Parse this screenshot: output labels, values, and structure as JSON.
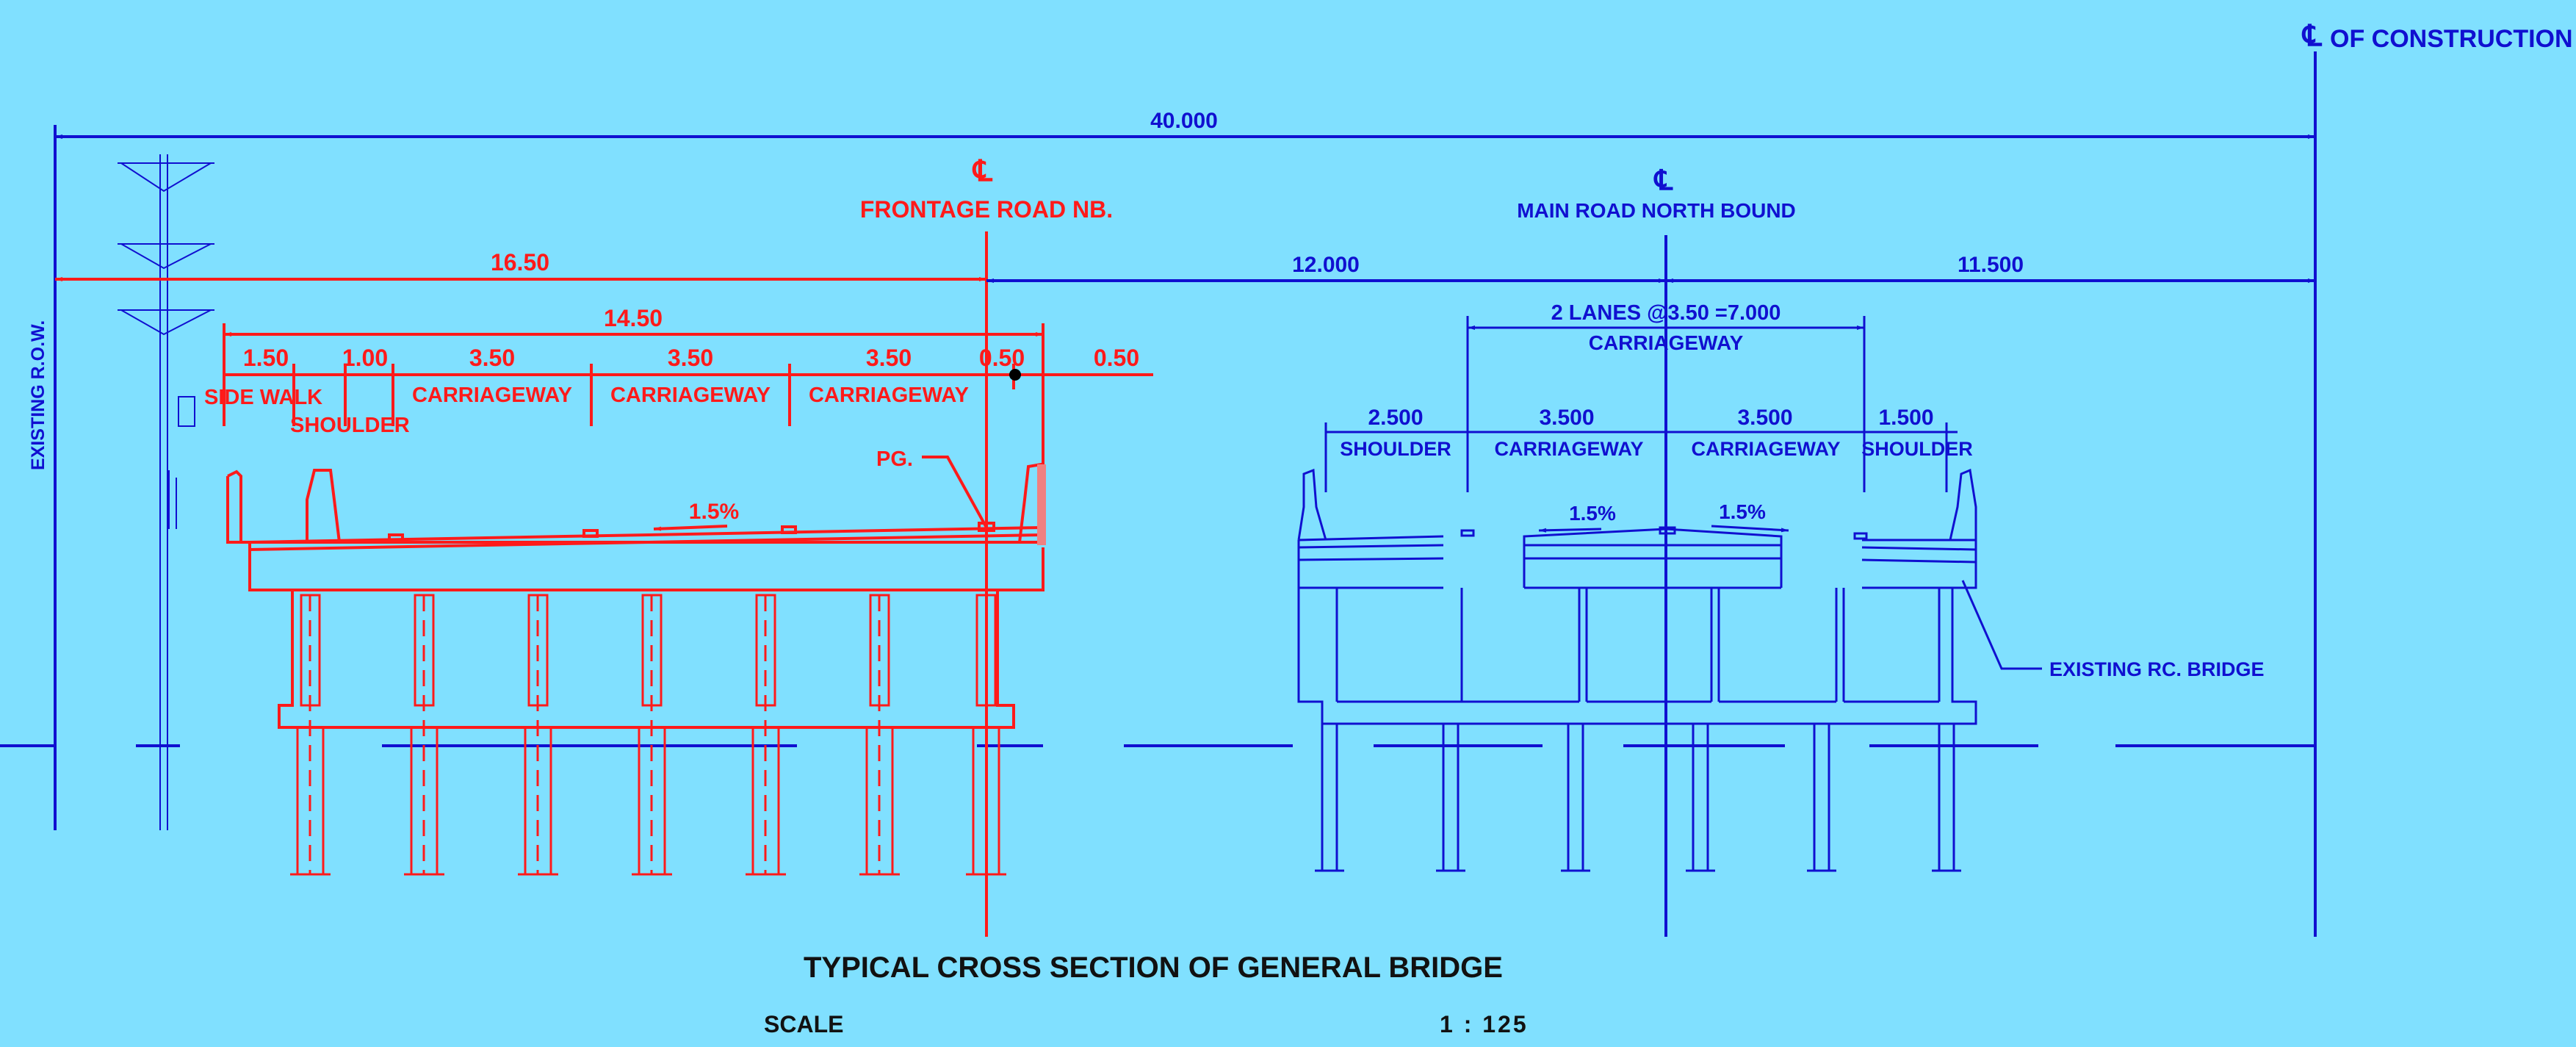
{
  "title": "TYPICAL CROSS SECTION OF GENERAL BRIDGE",
  "scale": {
    "label": "SCALE",
    "value": "1 : 125"
  },
  "colors": {
    "background": "#80e0ff",
    "frontage": "#ff1a1a",
    "main": "#1010d0",
    "title": "#111111",
    "highlight": "#f08080"
  },
  "overall": {
    "total_width": "40.000",
    "construction_cl": "OF CONSTRUCTION",
    "row_label": "EXISTING R.O.W."
  },
  "frontage": {
    "cl_symbol": "℄",
    "name": "FRONTAGE ROAD NB.",
    "width_total": "16.50",
    "deck_width": "14.50",
    "segments": [
      "1.50",
      "1.00",
      "3.50",
      "3.50",
      "3.50",
      "0.50",
      "0.50"
    ],
    "labels": {
      "sidewalk": "SIDE WALK",
      "shoulder": "SHOULDER",
      "carriageway": "CARRIAGEWAY",
      "profile_grade": "PG."
    },
    "slope": "1.5%"
  },
  "main": {
    "cl_symbol": "℄",
    "name": "MAIN ROAD NORTH BOUND",
    "left_width": "12.000",
    "right_width": "11.500",
    "lanes": "2 LANES @3.50 =7.000",
    "lanes_label": "CARRIAGEWAY",
    "segments": [
      "2.500",
      "3.500",
      "3.500",
      "1.500"
    ],
    "labels": {
      "shoulder": "SHOULDER",
      "carriageway": "CARRIAGEWAY"
    },
    "slope_left": "1.5%",
    "slope_right": "1.5%",
    "existing": "EXISTING RC. BRIDGE"
  }
}
